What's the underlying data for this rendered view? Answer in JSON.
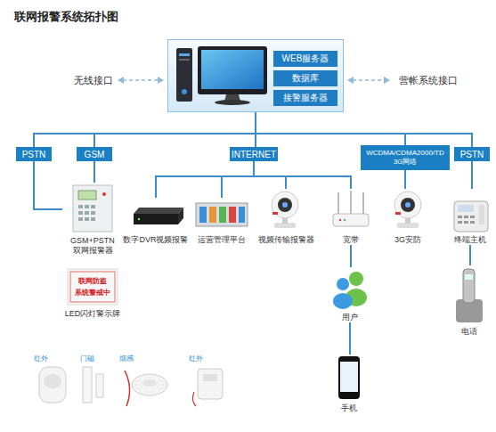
{
  "diagram": {
    "title": "联网报警系统拓扑图",
    "nodes": [
      {
        "text": []
      },
      {
        "text": [
          "WEB服务器"
        ],
        "in": 0
      },
      {
        "text": [
          "数据库"
        ],
        "in": 0
      },
      {
        "text": [
          "接警服务器"
        ],
        "in": 0
      },
      {
        "text": [
          "PSTN"
        ]
      },
      {
        "text": [
          "GSM"
        ]
      },
      {
        "text": [
          "INTERNET"
        ]
      },
      {
        "text": [
          "WCDMA/CDMA2000/TD 3G网络"
        ]
      },
      {
        "text": [
          "PSTN"
        ]
      },
      {
        "text": [
          "GSM+PSTN 双网报警器"
        ]
      },
      {
        "text": [
          "数字DVR视频报警"
        ]
      },
      {
        "text": [
          "运营管理平台"
        ]
      },
      {
        "text": [
          "视频传输报警器"
        ]
      },
      {
        "text": [
          "宽带"
        ]
      },
      {
        "text": [
          "3G安防"
        ]
      },
      {
        "text": [
          "终端主机"
        ]
      },
      {
        "text": [
          "LED闪灯警示牌"
        ]
      },
      {
        "text": [
          "用户"
        ]
      },
      {
        "text": [
          "电话"
        ]
      },
      {
        "text": [
          "红外"
        ]
      },
      {
        "text": [
          "门磁"
        ]
      },
      {
        "text": [
          "烟感"
        ]
      },
      {
        "text": [
          "红外"
        ]
      },
      {
        "text": [
          "手机"
        ]
      }
    ],
    "edges": [
      {
        "from": 0,
        "to": 4,
        "arrow": "none"
      },
      {
        "from": 0,
        "to": 5,
        "arrow": "none"
      },
      {
        "from": 0,
        "to": 6,
        "arrow": "none"
      },
      {
        "from": 0,
        "to": 7,
        "arrow": "none"
      },
      {
        "from": 0,
        "to": 8,
        "arrow": "none"
      },
      {
        "from": 4,
        "to": 9,
        "arrow": "none"
      },
      {
        "from": 5,
        "to": 9,
        "arrow": "none"
      },
      {
        "from": 6,
        "to": 10,
        "arrow": "none"
      },
      {
        "from": 6,
        "to": 11,
        "arrow": "none"
      },
      {
        "from": 6,
        "to": 12,
        "arrow": "none"
      },
      {
        "from": 6,
        "to": 13,
        "arrow": "none"
      },
      {
        "from": 7,
        "to": 14,
        "arrow": "none"
      },
      {
        "from": 8,
        "to": 15,
        "arrow": "none"
      },
      {
        "from": 13,
        "to": 17,
        "arrow": "none"
      },
      {
        "from": 17,
        "to": 23,
        "arrow": "none"
      },
      {
        "from": 15,
        "to": 18,
        "arrow": "none"
      }
    ],
    "labels": [
      "无线接口",
      "营帐系统接口",
      "联网防盗",
      "系统警戒中"
    ]
  }
}
